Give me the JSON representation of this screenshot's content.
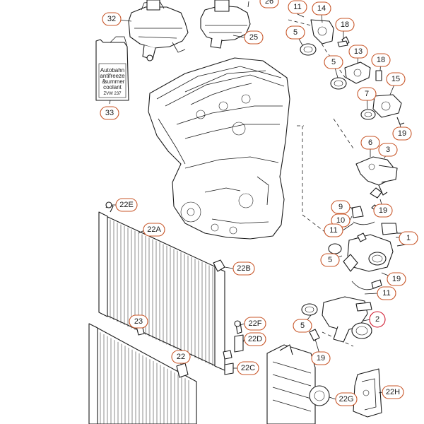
{
  "colors": {
    "line": "#1a1a1a",
    "callout_ring": "#c8572a",
    "highlight_ring": "#d0182e",
    "background": "#ffffff"
  },
  "highlighted_part": "2",
  "bottle_label": [
    "Autobahn",
    "antifreeze",
    "&",
    "summer",
    "coolant",
    "ZVW 237"
  ],
  "callouts": [
    {
      "id": "c32",
      "text": "32"
    },
    {
      "id": "c26",
      "text": "26"
    },
    {
      "id": "c25",
      "text": "25"
    },
    {
      "id": "c33",
      "text": "33"
    },
    {
      "id": "c11a",
      "text": "11"
    },
    {
      "id": "c14",
      "text": "14"
    },
    {
      "id": "c5a",
      "text": "5"
    },
    {
      "id": "c18a",
      "text": "18"
    },
    {
      "id": "c13",
      "text": "13"
    },
    {
      "id": "c5b",
      "text": "5"
    },
    {
      "id": "c18b",
      "text": "18"
    },
    {
      "id": "c15",
      "text": "15"
    },
    {
      "id": "c7",
      "text": "7"
    },
    {
      "id": "c19a",
      "text": "19"
    },
    {
      "id": "c6",
      "text": "6"
    },
    {
      "id": "c3",
      "text": "3"
    },
    {
      "id": "c19b",
      "text": "19"
    },
    {
      "id": "c9",
      "text": "9"
    },
    {
      "id": "c10",
      "text": "10"
    },
    {
      "id": "c11b",
      "text": "11"
    },
    {
      "id": "c1",
      "text": "1"
    },
    {
      "id": "c5c",
      "text": "5"
    },
    {
      "id": "c19c",
      "text": "19"
    },
    {
      "id": "c11c",
      "text": "11"
    },
    {
      "id": "c2",
      "text": "2"
    },
    {
      "id": "c5d",
      "text": "5"
    },
    {
      "id": "c19d",
      "text": "19"
    },
    {
      "id": "c22E",
      "text": "22E"
    },
    {
      "id": "c22A",
      "text": "22A"
    },
    {
      "id": "c22B",
      "text": "22B"
    },
    {
      "id": "c23",
      "text": "23"
    },
    {
      "id": "c22F",
      "text": "22F"
    },
    {
      "id": "c22D",
      "text": "22D"
    },
    {
      "id": "c22",
      "text": "22"
    },
    {
      "id": "c22C",
      "text": "22C"
    },
    {
      "id": "c22G",
      "text": "22G"
    },
    {
      "id": "c22H",
      "text": "22H"
    }
  ]
}
